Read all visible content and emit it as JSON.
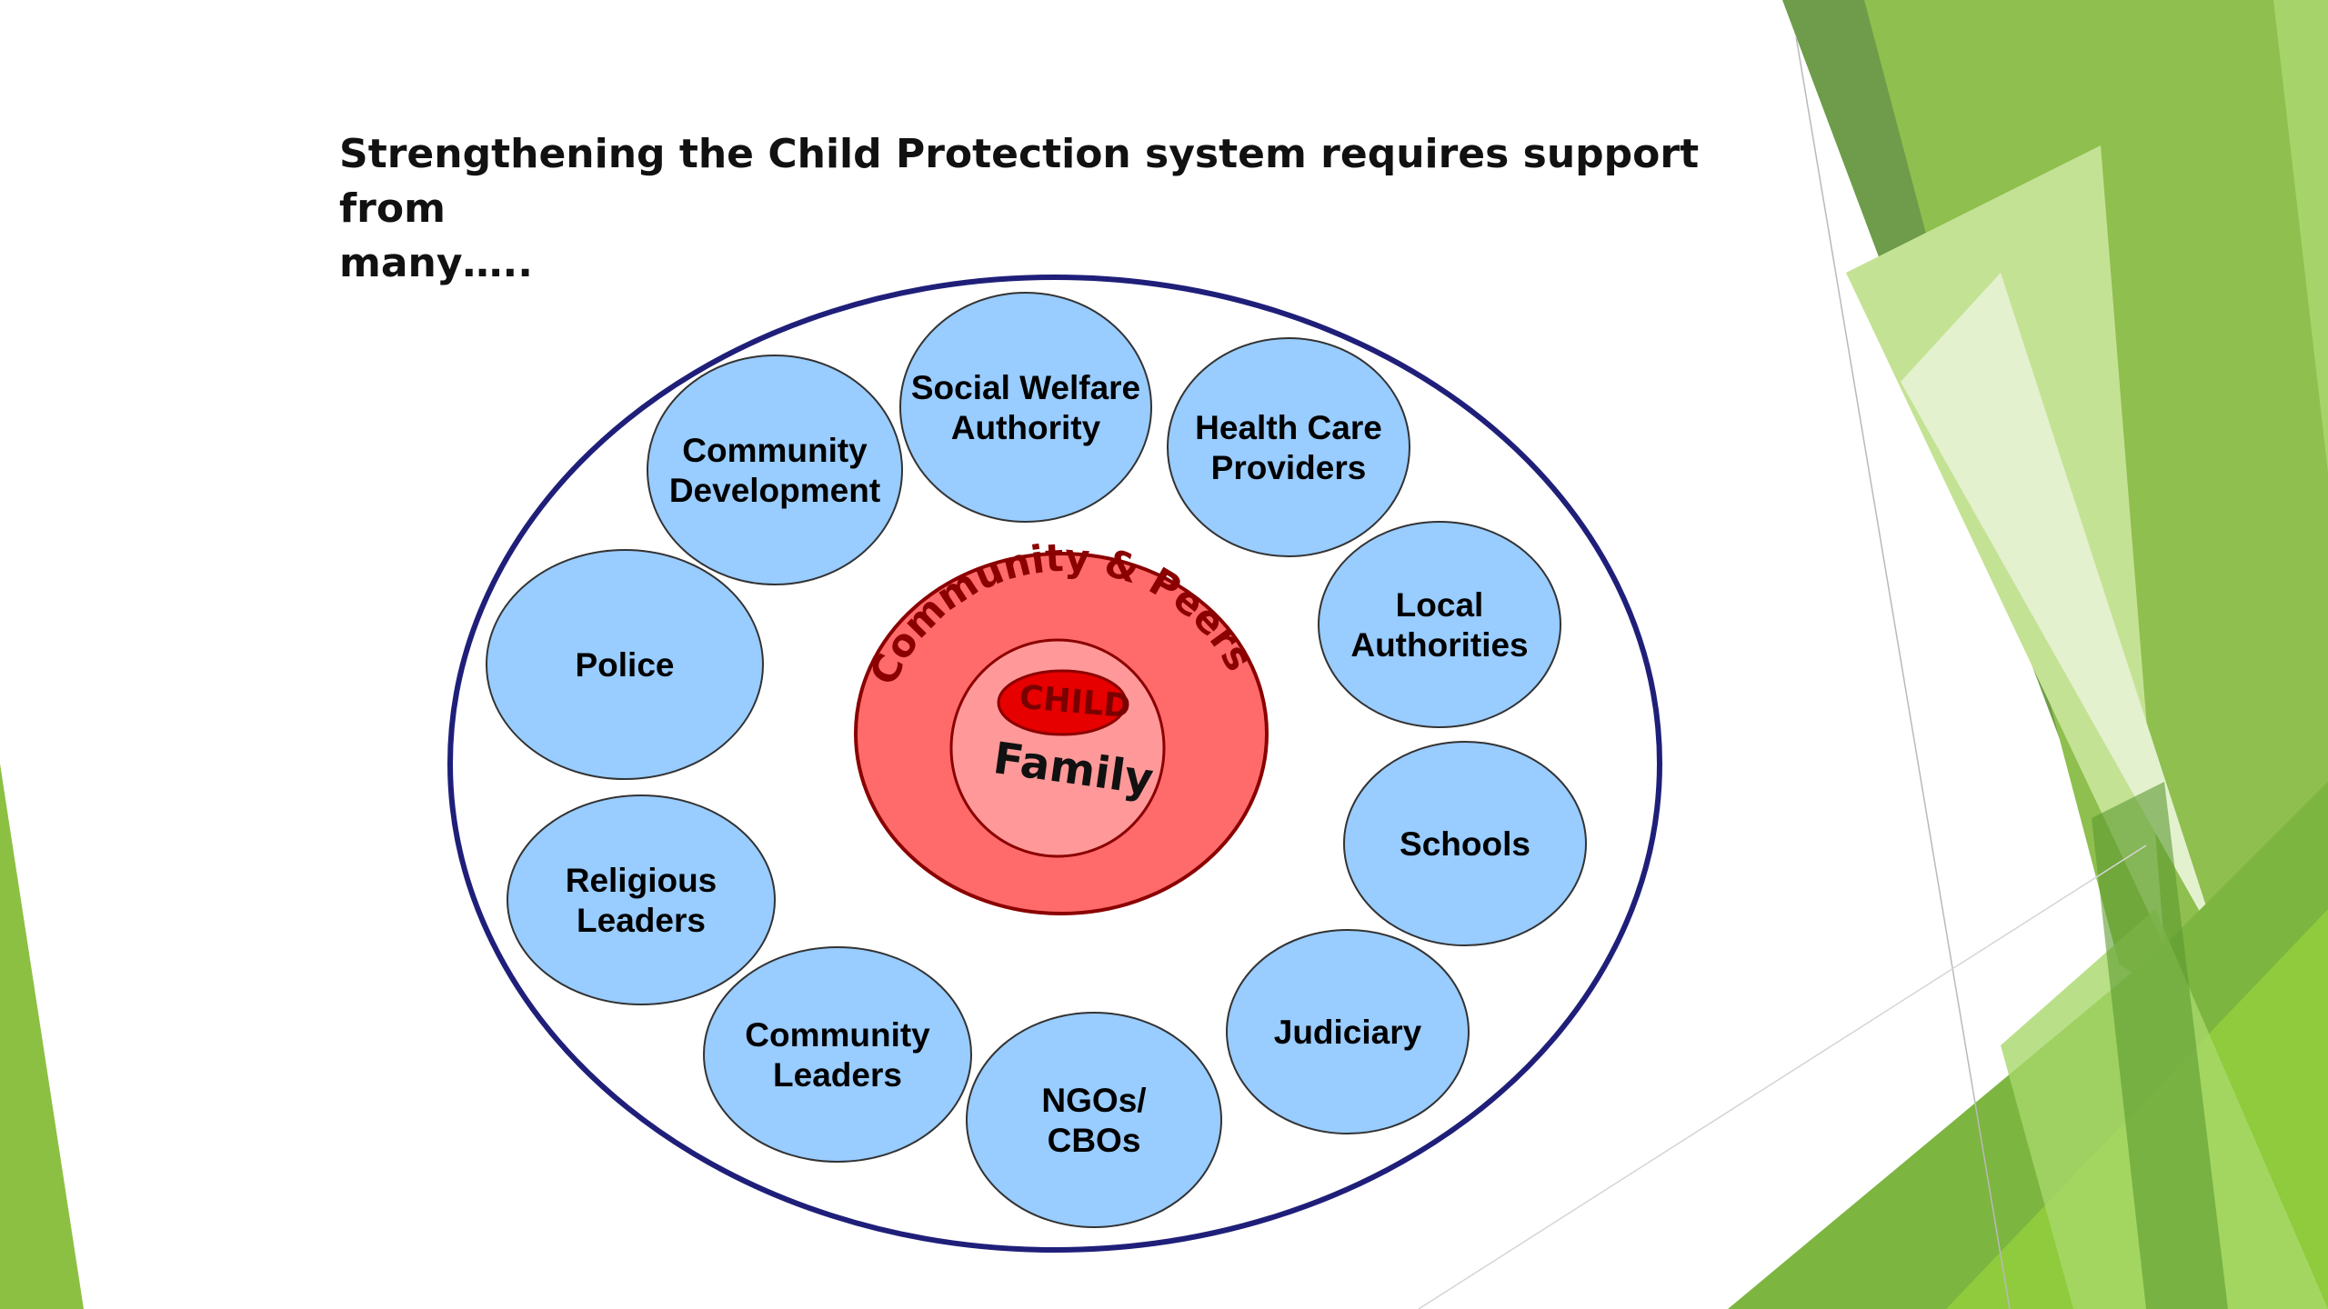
{
  "slide": {
    "title": "Strengthening the Child Protection system requires support from\nmany….."
  },
  "diagram": {
    "center": {
      "ring_label": "Community & Peers",
      "inner_label": "Family",
      "core_label": "CHILD"
    },
    "nodes": [
      {
        "id": "social-welfare-authority",
        "lines": [
          "Social Welfare",
          "Authority"
        ]
      },
      {
        "id": "health-care-providers",
        "lines": [
          "Health Care",
          "Providers"
        ]
      },
      {
        "id": "local-authorities",
        "lines": [
          "Local",
          "Authorities"
        ]
      },
      {
        "id": "schools",
        "lines": [
          "Schools"
        ]
      },
      {
        "id": "judiciary",
        "lines": [
          "Judiciary"
        ]
      },
      {
        "id": "ngos-cbos",
        "lines": [
          "NGOs/",
          "CBOs"
        ]
      },
      {
        "id": "community-leaders",
        "lines": [
          "Community",
          "Leaders"
        ]
      },
      {
        "id": "religious-leaders",
        "lines": [
          "Religious",
          "Leaders"
        ]
      },
      {
        "id": "police",
        "lines": [
          "Police"
        ]
      },
      {
        "id": "community-development",
        "lines": [
          "Community",
          "Development"
        ]
      }
    ]
  },
  "colors": {
    "outer_ring": "#1f1f7a",
    "node_fill": "#99ccff",
    "node_stroke": "#333333",
    "community_fill": "#ff6b6b",
    "community_stroke": "#8b0000",
    "family_fill": "#ff9999",
    "child_fill": "#e60000",
    "green_dark": "#5a9a3a",
    "green_mid": "#7cc142",
    "green_light": "#a6d46a",
    "green_pale": "#d9ecc0"
  }
}
